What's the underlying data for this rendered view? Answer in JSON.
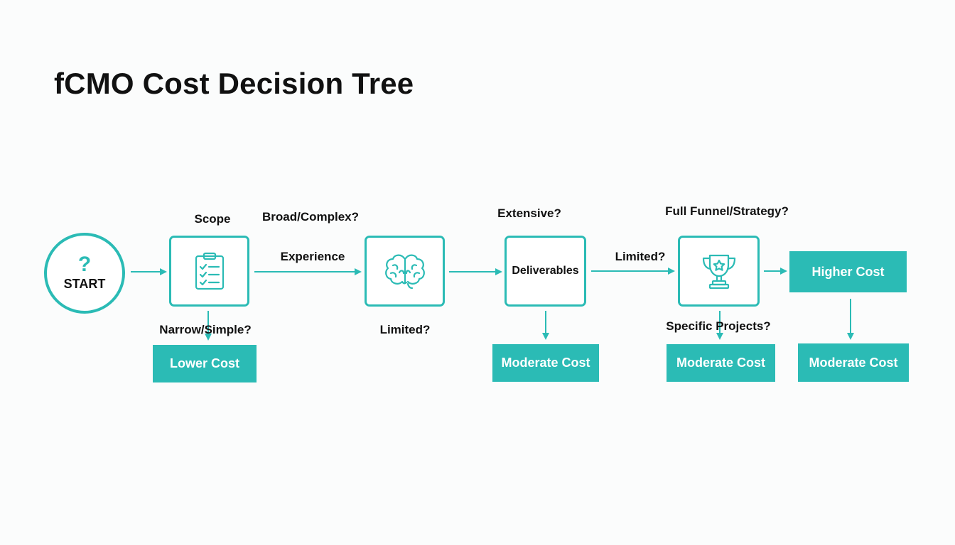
{
  "title": "fCMO Cost Decision Tree",
  "colors": {
    "accent": "#2bbbb5",
    "text": "#111111",
    "background": "#fbfcfc"
  },
  "start": {
    "icon": "question-mark-icon",
    "symbol": "?",
    "label": "START"
  },
  "nodes": {
    "scope": {
      "label": "Scope",
      "icon": "clipboard-checklist-icon"
    },
    "experience": {
      "label": "Experience",
      "icon": "brain-icon"
    },
    "deliverables": {
      "label": "Deliverables"
    },
    "strategy": {
      "icon": "trophy-icon"
    }
  },
  "edge_labels": {
    "broad_complex": "Broad/Complex?",
    "narrow_simple": "Narrow/Simple?",
    "limited_experience": "Limited?",
    "extensive": "Extensive?",
    "limited_deliverables": "Limited?",
    "full_funnel": "Full Funnel/Strategy?",
    "specific_projects": "Specific Projects?"
  },
  "outcomes": {
    "lower": "Lower Cost",
    "moderate_experience": "Moderate Cost",
    "moderate_projects": "Moderate Cost",
    "higher": "Higher Cost",
    "moderate_final": "Moderate Cost"
  }
}
